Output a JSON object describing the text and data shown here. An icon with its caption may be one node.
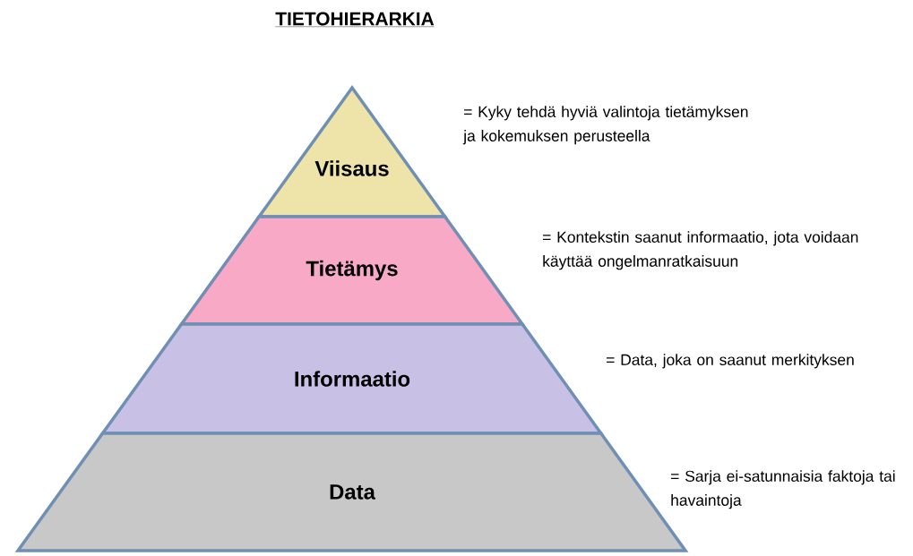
{
  "diagram": {
    "title": "TIETOHIERARKIA",
    "nodes": [
      {
        "text": [
          "Viisaus"
        ],
        "beside": [
          "= Kyky tehdä hyviä valintoja tietämyksen ja kokemuksen perusteella"
        ]
      },
      {
        "text": [
          "Tietämys"
        ],
        "beside": [
          "= Kontekstin saanut informaatio, jota voidaan käyttää ongelmanratkaisuun"
        ]
      },
      {
        "text": [
          "Informaatio"
        ],
        "beside": [
          "= Data, joka on saanut merkityksen"
        ]
      },
      {
        "text": [
          "Data"
        ],
        "beside": [
          "= Sarja ei-satunnaisia faktoja tai havaintoja"
        ]
      }
    ],
    "edges": []
  }
}
